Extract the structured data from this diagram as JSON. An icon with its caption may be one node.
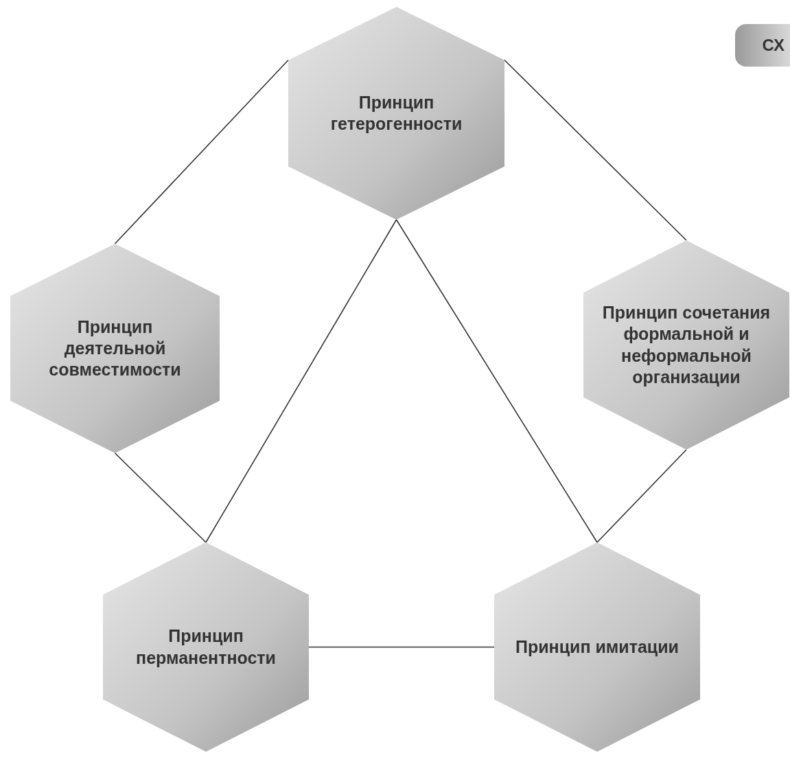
{
  "diagram": {
    "nodes": [
      {
        "text": [
          "Принцип гетерогенности"
        ]
      },
      {
        "text": [
          "Принцип деятельной совместимости"
        ]
      },
      {
        "text": [
          "Принцип сочетания формальной и неформальной организации"
        ]
      },
      {
        "text": [
          "Принцип перманентности"
        ]
      },
      {
        "text": [
          "Принцип имитации"
        ]
      }
    ],
    "edges": [
      {
        "from": 0,
        "to": 1,
        "arrow": "none"
      },
      {
        "from": 0,
        "to": 2,
        "arrow": "none"
      },
      {
        "from": 0,
        "to": 3,
        "arrow": "none"
      },
      {
        "from": 0,
        "to": 4,
        "arrow": "none"
      },
      {
        "from": 1,
        "to": 3,
        "arrow": "none"
      },
      {
        "from": 2,
        "to": 4,
        "arrow": "none"
      },
      {
        "from": 3,
        "to": 4,
        "arrow": "none"
      }
    ],
    "labels": [
      "СХ"
    ]
  }
}
